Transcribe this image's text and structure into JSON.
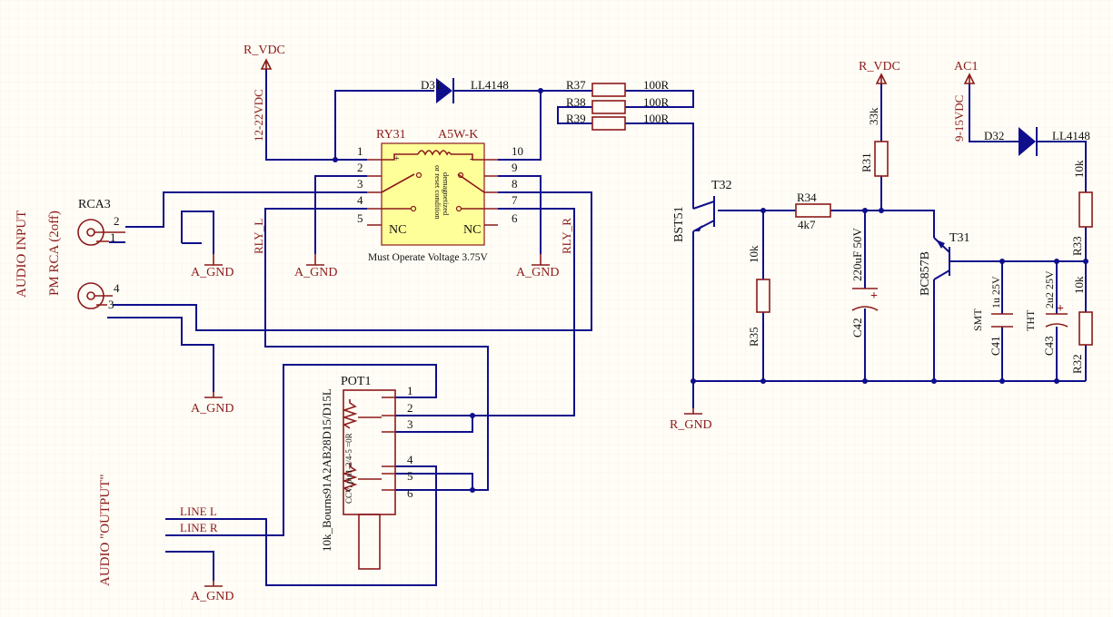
{
  "colors": {
    "wire": "#0F0F8C",
    "component": "#8C1A1A",
    "relay_fill": "#FFFF99",
    "background": "#FFFDF5",
    "grid": "#EEEEEE"
  },
  "power": {
    "r_vdc": "R_VDC",
    "ac1": "AC1",
    "a_gnd": "A_GND",
    "r_gnd": "R_GND",
    "v_12_22": "12-22VDC",
    "v_9_15": "9-15VDC"
  },
  "relay": {
    "ref": "RY31",
    "value": "A5W-K",
    "note": "Must Operate Voltage 3.75V",
    "coil_text1": "or reset condition",
    "coil_text2": "demagnetized",
    "nc": "NC",
    "plus": "+",
    "minus": "-",
    "pins": [
      "1",
      "2",
      "3",
      "4",
      "5",
      "6",
      "7",
      "8",
      "9",
      "10"
    ]
  },
  "diodes": {
    "d31": {
      "ref": "D31",
      "value": "LL4148"
    },
    "d32": {
      "ref": "D32",
      "value": "LL4148"
    }
  },
  "resistors": {
    "r37": {
      "ref": "R37",
      "value": "100R"
    },
    "r38": {
      "ref": "R38",
      "value": "100R"
    },
    "r39": {
      "ref": "R39",
      "value": "100R"
    },
    "r31": {
      "ref": "R31",
      "value": "33k"
    },
    "r34": {
      "ref": "R34",
      "value": "4k7"
    },
    "r35": {
      "ref": "R35",
      "value": "10k"
    },
    "r33": {
      "ref": "R33",
      "value": "10k"
    },
    "r32": {
      "ref": "R32",
      "value": "10k"
    }
  },
  "transistors": {
    "t32": {
      "ref": "T32",
      "value": "BST51"
    },
    "t31": {
      "ref": "T31",
      "value": "BC857B"
    }
  },
  "capacitors": {
    "c42": {
      "ref": "C42",
      "value": "220uF 50V"
    },
    "c41": {
      "ref": "C41",
      "value": "1u 25V",
      "type": "SMT"
    },
    "c43": {
      "ref": "C43",
      "value": "2u2 25V",
      "type": "THT"
    }
  },
  "connectors": {
    "rca3": "RCA3",
    "rca_pins": [
      "2",
      "1",
      "4",
      "3"
    ]
  },
  "pot": {
    "ref": "POT1",
    "value": "10k_Bourns91A2AB28D15/D15L",
    "note": "CCV, pin1-2/4-5 =0R",
    "pins": [
      "1",
      "2",
      "3",
      "4",
      "5",
      "6"
    ]
  },
  "nets": {
    "rly_l": "RLY_L",
    "rly_r": "RLY_R",
    "line_l": "LINE L",
    "line_r": "LINE R"
  },
  "labels": {
    "audio_input": "AUDIO INPUT",
    "pm_rca": "PM RCA (2off)",
    "audio_output": "AUDIO \"OUTPUT\""
  }
}
